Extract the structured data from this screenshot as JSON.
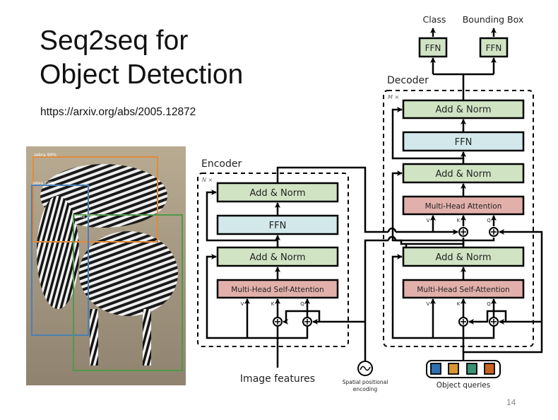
{
  "slide": {
    "title_line1": "Seq2seq for",
    "title_line2": "Object Detection",
    "url": "https://arxiv.org/abs/2005.12872",
    "page_number": "14"
  },
  "photo": {
    "detections": [
      {
        "label": "zebra 99%",
        "color": "#e08a3c"
      },
      {
        "label": "zebra 100%",
        "color": "#4a7fb5"
      },
      {
        "label": "zebra 100%",
        "color": "#4f9a4a"
      }
    ]
  },
  "diagram": {
    "encoder": {
      "label": "Encoder",
      "repeat": "N ×",
      "add_norm_top": "Add & Norm",
      "ffn": "FFN",
      "add_norm_bottom": "Add & Norm",
      "attention": "Multi-Head Self-Attention",
      "v": "V",
      "k": "K",
      "q": "Q"
    },
    "decoder": {
      "label": "Decoder",
      "repeat": "M ×",
      "add_norm_top": "Add & Norm",
      "ffn": "FFN",
      "add_norm_mid": "Add & Norm",
      "cross_attention": "Multi-Head Attention",
      "add_norm_bottom": "Add & Norm",
      "self_attention": "Multi-Head Self-Attention",
      "v": "V",
      "k": "K",
      "q": "Q"
    },
    "heads": {
      "class_label": "Class",
      "bbox_label": "Bounding Box",
      "ffn": "FFN"
    },
    "inputs": {
      "image_features": "Image features",
      "spatial_positional_line1": "Spatial positional",
      "spatial_positional_line2": "encoding",
      "object_queries": "Object queries",
      "query_colors": [
        "#2f6fb0",
        "#d8962e",
        "#3a9070",
        "#c9611f"
      ]
    },
    "colors": {
      "add_norm": "#d0e4c4",
      "ffn": "#d3e8ea",
      "attention": "#e2b0ab"
    }
  }
}
